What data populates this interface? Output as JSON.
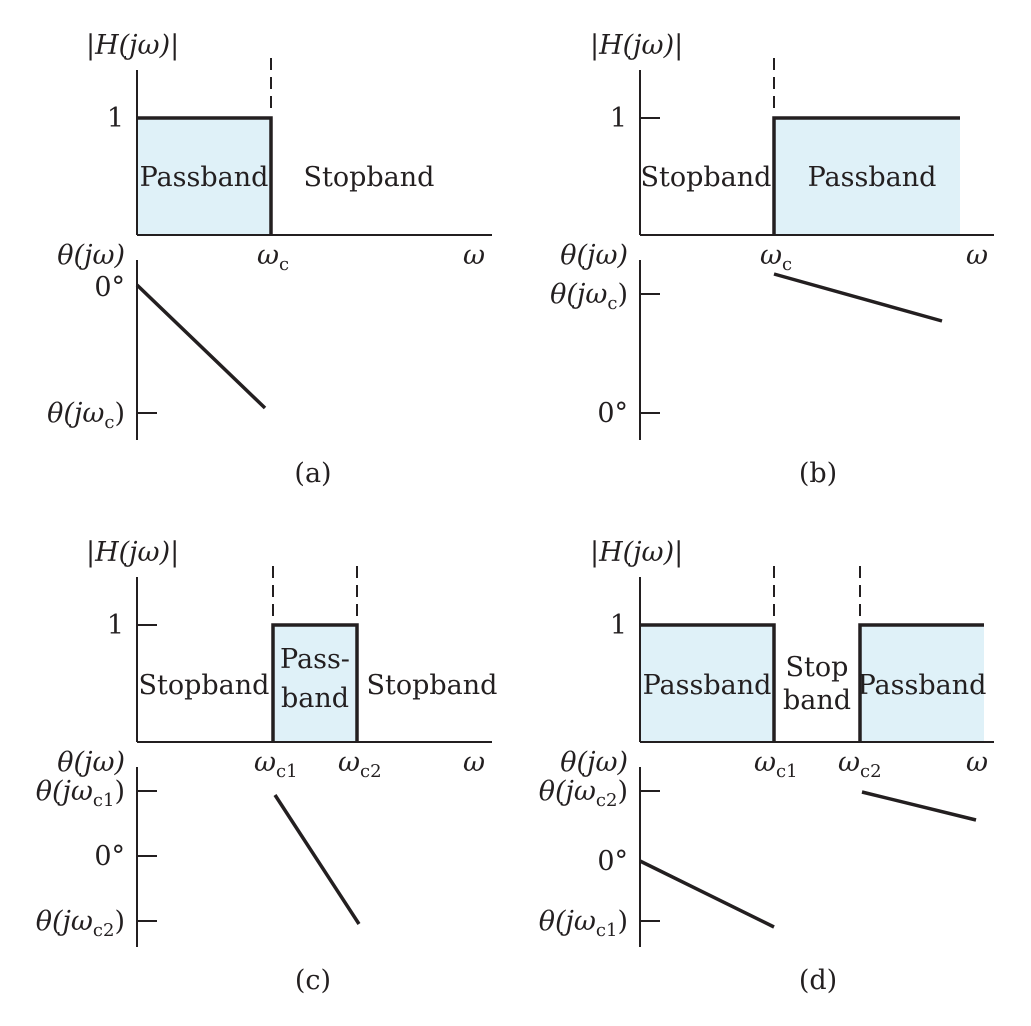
{
  "labels": {
    "mag": "|H(jω)|",
    "phase": "θ(jω)",
    "omega": "ω",
    "one": "1",
    "zero_deg": "0°",
    "theta_j": "θ(jω",
    "close": ")",
    "wc": "ω",
    "sub_c": "c",
    "sub_c1": "c1",
    "sub_c2": "c2"
  },
  "bands": {
    "passband": "Passband",
    "stopband": "Stopband",
    "pass_top": "Pass-",
    "pass_bottom": "band",
    "stop_top": "Stop",
    "stop_bottom": "band"
  },
  "captions": {
    "a": "(a)",
    "b": "(b)",
    "c": "(c)",
    "d": "(d)"
  },
  "colors": {
    "passband_fill": "#dff1f8",
    "ink": "#231f20"
  }
}
